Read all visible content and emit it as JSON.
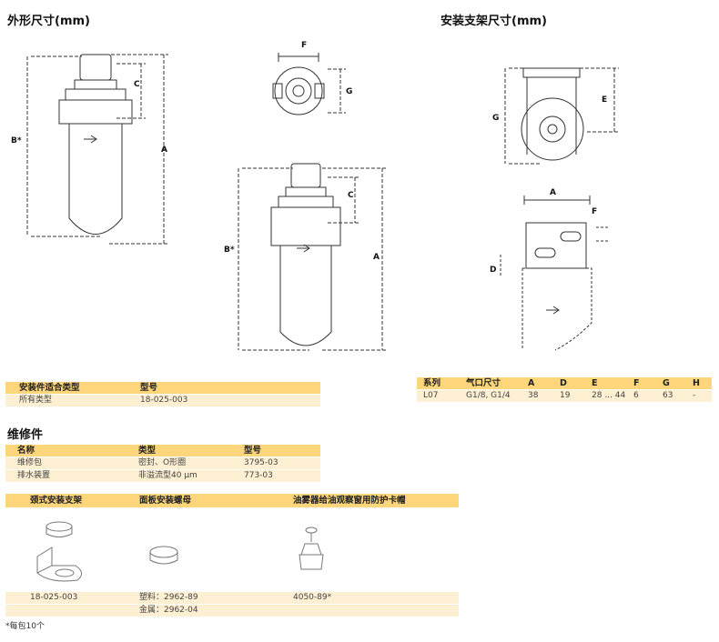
{
  "titles": {
    "dimensions": "外形尺寸(mm)",
    "bracket_dimensions": "安装支架尺寸(mm)",
    "spare_parts": "维修件"
  },
  "drawing_labels": {
    "F": "F",
    "G": "G",
    "C": "C",
    "A": "A",
    "B": "B*",
    "E": "E",
    "D": "D"
  },
  "mounting_table": {
    "headers": [
      "安装件适合类型",
      "型号"
    ],
    "rows": [
      [
        "所有类型",
        "18-025-003"
      ]
    ]
  },
  "spec_table": {
    "headers": [
      "系列",
      "气口尺寸",
      "A",
      "D",
      "E",
      "F",
      "G",
      "H"
    ],
    "rows": [
      [
        "L07",
        "G1/8, G1/4",
        "38",
        "19",
        "28 ... 44",
        "6",
        "63",
        "-"
      ]
    ]
  },
  "spare_table": {
    "headers": [
      "名称",
      "类型",
      "型号"
    ],
    "rows": [
      [
        "维修包",
        "密封、O形圈",
        "3795-03"
      ],
      [
        "排水装置",
        "非溢流型40 µm",
        "773-03"
      ]
    ]
  },
  "accessory_table": {
    "headers": [
      "颈式安装支架",
      "面板安装螺母",
      "油雾器给油观察窗用防护卡帽"
    ],
    "rows": [
      [
        "18-025-003",
        "塑料：2962-89",
        "4050-89*"
      ],
      [
        "",
        "金属：2962-04",
        ""
      ]
    ]
  },
  "footnote": "*每包10个",
  "colors": {
    "header": "#fdd57a",
    "row": "#fdefd2"
  }
}
